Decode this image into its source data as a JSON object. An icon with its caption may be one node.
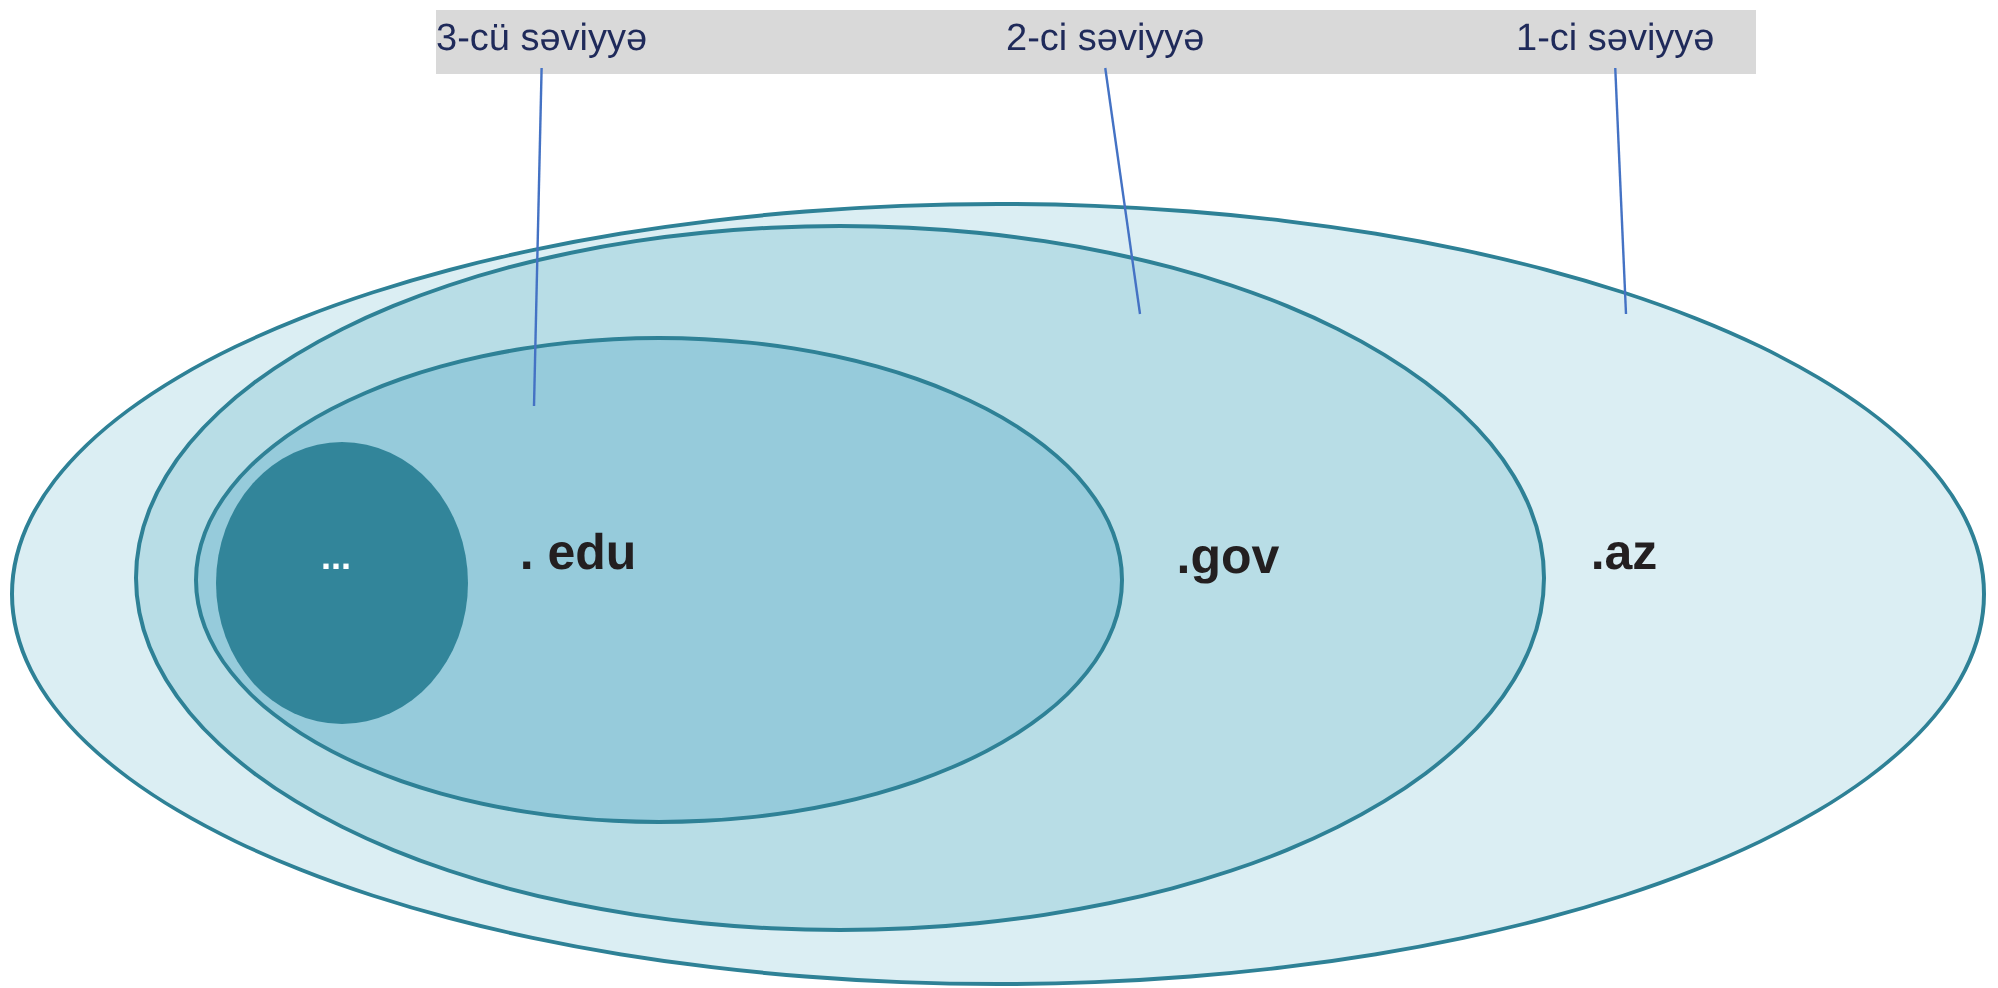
{
  "diagram": {
    "nodes": [
      {
        "text": [
          ".az"
        ]
      },
      {
        "text": [
          ".gov"
        ],
        "in": 0
      },
      {
        "text": [
          ". edu"
        ],
        "in": 1
      },
      {
        "text": [
          "..."
        ],
        "in": 2
      },
      {
        "text": [
          "3-cü səviyyə"
        ]
      },
      {
        "text": [
          "2-ci səviyyə"
        ]
      },
      {
        "text": [
          "1-ci səviyyə"
        ]
      }
    ],
    "edges": [
      {
        "from": 4,
        "to": 2,
        "arrow": "none"
      },
      {
        "from": 5,
        "to": 1,
        "arrow": "none"
      },
      {
        "from": 6,
        "to": 0,
        "arrow": "none"
      }
    ]
  }
}
